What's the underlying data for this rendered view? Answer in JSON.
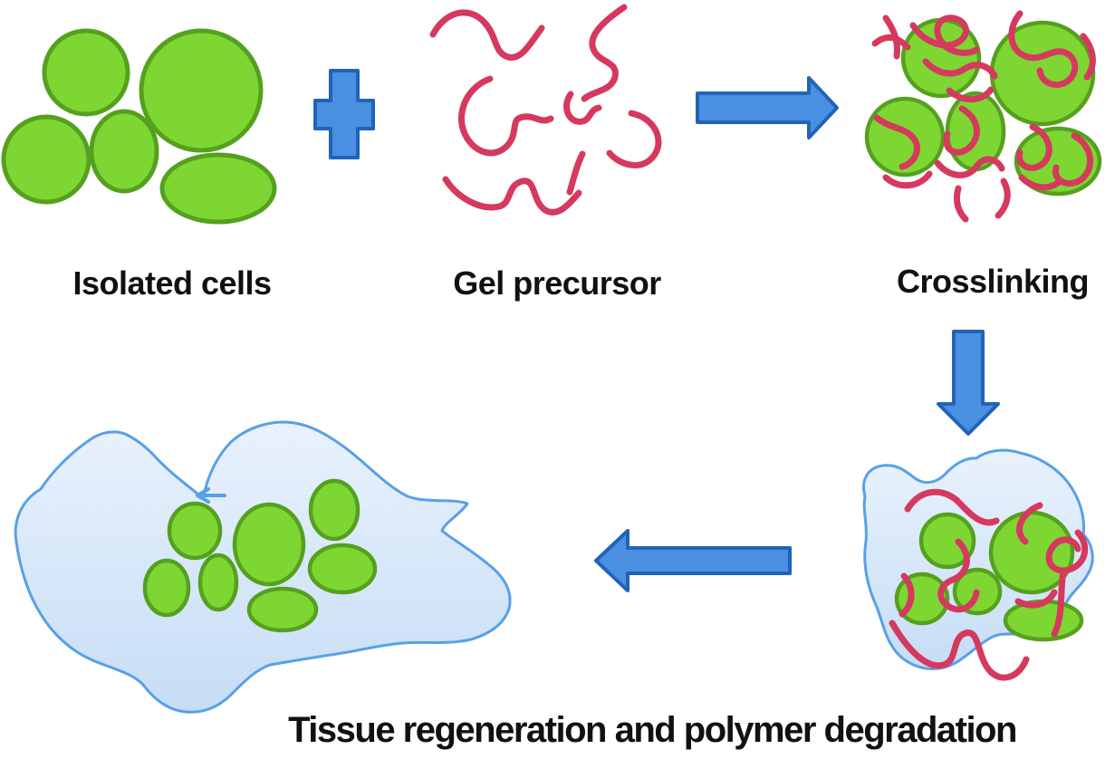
{
  "figure": {
    "title": "Cell encapsulation hydrogel process diagram",
    "labels": {
      "isolated_cells": "Isolated cells",
      "gel_precursor": "Gel precursor",
      "crosslinking": "Crosslinking",
      "tissue_regeneration": "Tissue regeneration and polymer degradation"
    },
    "icons": {
      "plus": "plus-icon",
      "arrow_right": "arrow-right-icon",
      "arrow_down": "arrow-down-icon",
      "arrow_left": "arrow-left-icon"
    },
    "colors": {
      "cell_fill": "#7ed633",
      "cell_stroke": "#55a01e",
      "polymer_stroke": "#d6395e",
      "arrow_fill": "#4a90e2",
      "arrow_stroke": "#2263b8",
      "gel_fill_light": "#e9f2fc",
      "gel_fill_dark": "#c6ddf6",
      "gel_stroke": "#58a0e8",
      "label_color": "#111111"
    }
  }
}
